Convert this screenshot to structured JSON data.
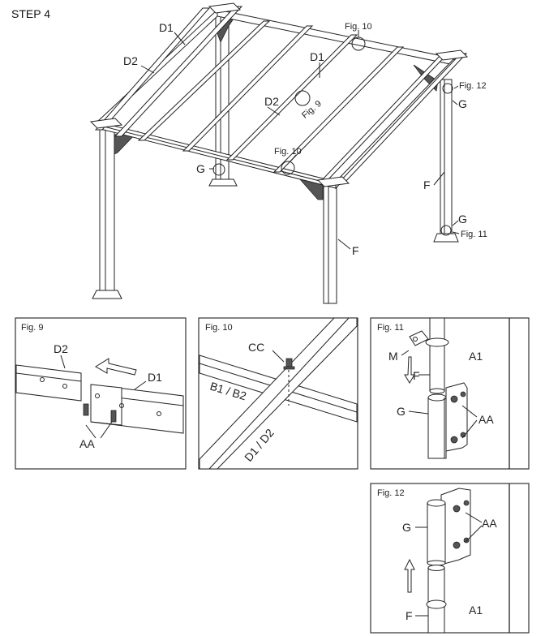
{
  "step_title": "STEP 4",
  "main_figure": {
    "labels": {
      "d1_left": "D1",
      "d2_left": "D2",
      "d1_mid": "D1",
      "d2_mid": "D2",
      "fig10_top": "Fig. 10",
      "fig9": "Fig. 9",
      "fig10_mid": "Fig. 10",
      "fig12": "Fig. 12",
      "g_right_top": "G",
      "g_left": "G",
      "f_right": "F",
      "g_right_bottom": "G",
      "fig11": "Fig. 11",
      "f_bottom": "F"
    }
  },
  "fig9": {
    "title": "Fig. 9",
    "d2": "D2",
    "d1": "D1",
    "aa": "AA"
  },
  "fig10": {
    "title": "Fig. 10",
    "cc": "CC",
    "b1b2": "B1 / B2",
    "d1d2": "D1 / D2"
  },
  "fig11": {
    "title": "Fig. 11",
    "m": "M",
    "a1": "A1",
    "f": "F",
    "g": "G",
    "aa": "AA"
  },
  "fig12": {
    "title": "Fig. 12",
    "g": "G",
    "aa": "AA",
    "a1": "A1",
    "f": "F"
  }
}
